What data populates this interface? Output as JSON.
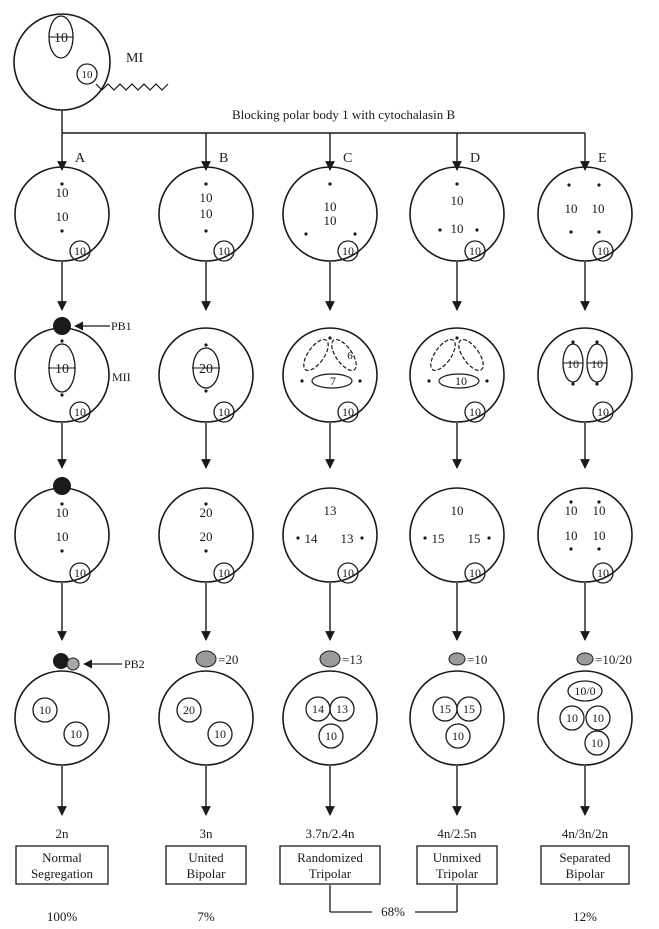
{
  "top": {
    "stage_label": "MI",
    "chrom_count": "10",
    "pb_count": "10",
    "block_label": "Blocking polar body 1 with cytochalasin B"
  },
  "pathway_labels": [
    "A",
    "B",
    "C",
    "D",
    "E"
  ],
  "markers": {
    "pb1": "PB1",
    "mii": "MII",
    "pb2": "PB2"
  },
  "row1": {
    "A": [
      "10",
      "10"
    ],
    "B": [
      "10",
      "10"
    ],
    "C": [
      "10",
      "10"
    ],
    "D": [
      "10",
      "10"
    ],
    "E": [
      "10",
      "10"
    ]
  },
  "row2": {
    "A": "10",
    "B": "20",
    "C": [
      "6",
      "7"
    ],
    "D": "10"
  },
  "row3": {
    "A": [
      "10",
      "10"
    ],
    "B": [
      "20",
      "20"
    ],
    "C": [
      "13",
      "14",
      "13"
    ],
    "D": [
      "10",
      "15",
      "15"
    ],
    "E": [
      "10",
      "10",
      "10",
      "10"
    ]
  },
  "pb2_values": {
    "B": "=20",
    "C": "=13",
    "D": "=10",
    "E": "=10/20"
  },
  "row4": {
    "A": [
      "10",
      "10"
    ],
    "B": [
      "20",
      "10"
    ],
    "C": [
      "14",
      "13",
      "10"
    ],
    "D": [
      "15",
      "15",
      "10"
    ],
    "E": [
      "10/0",
      "10",
      "10",
      "10"
    ]
  },
  "ploidy": [
    "2n",
    "3n",
    "3.7n/2.4n",
    "4n/2.5n",
    "4n/3n/2n"
  ],
  "outcomes": [
    [
      "Normal",
      "Segregation"
    ],
    [
      "United",
      "Bipolar"
    ],
    [
      "Randomized",
      "Tripolar"
    ],
    [
      "Unmixed",
      "Tripolar"
    ],
    [
      "Separated",
      "Bipolar"
    ]
  ],
  "percents": [
    "100%",
    "7%",
    "12%"
  ],
  "tripolar_combined": "68%",
  "cells": {
    "pb_circle": "10"
  }
}
